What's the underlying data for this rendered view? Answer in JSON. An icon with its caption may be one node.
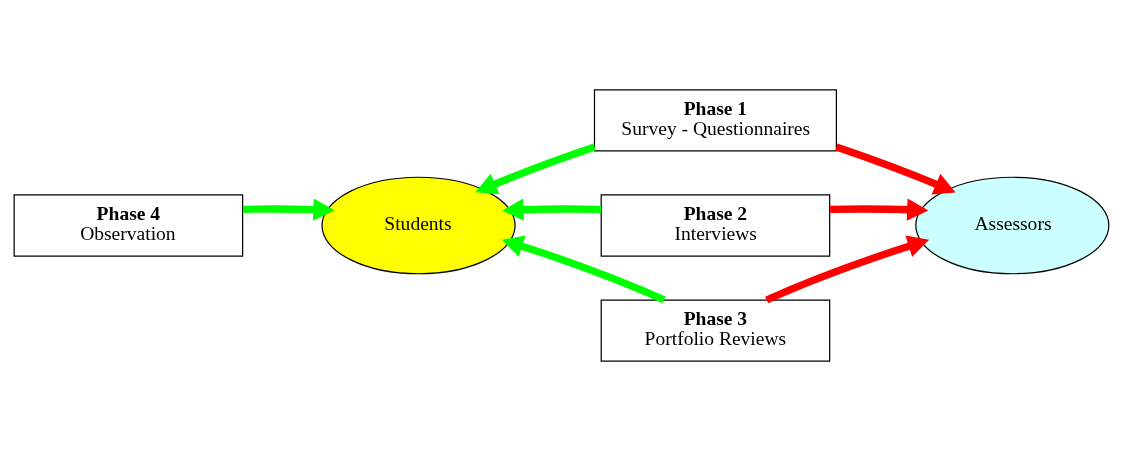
{
  "diagram": {
    "nodes": [
      {
        "text": [
          "Phase 1",
          "Survey - Questionnaires"
        ]
      },
      {
        "text": [
          "Phase 4",
          "Observation"
        ]
      },
      {
        "text": [
          "Students"
        ]
      },
      {
        "text": [
          "Phase 2",
          "Interviews"
        ]
      },
      {
        "text": [
          "Assessors"
        ]
      },
      {
        "text": [
          "Phase 3",
          "Portfolio Reviews"
        ]
      }
    ],
    "edges": [
      {
        "from": 0,
        "to": 2,
        "arrow": "to"
      },
      {
        "from": 0,
        "to": 4,
        "arrow": "to",
        "color": "#ff0000"
      },
      {
        "from": 1,
        "to": 2,
        "arrow": "to"
      },
      {
        "from": 3,
        "to": 2,
        "arrow": "to"
      },
      {
        "from": 3,
        "to": 4,
        "arrow": "to",
        "color": "#ff0000"
      },
      {
        "from": 5,
        "to": 2,
        "arrow": "to"
      },
      {
        "from": 5,
        "to": 4,
        "arrow": "to",
        "color": "#ff0000"
      }
    ]
  }
}
